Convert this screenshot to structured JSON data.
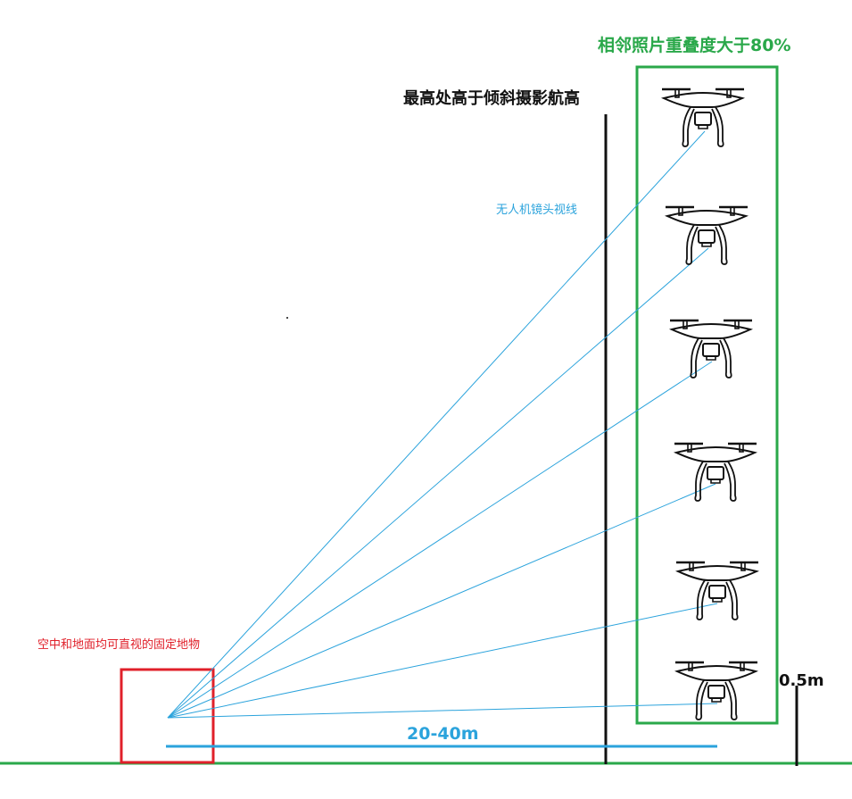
{
  "labels": {
    "overlap_note": "相邻照片重叠度大于80%",
    "height_note": "最高处高于倾斜摄影航高",
    "sight_line_note": "无人机镜头视线",
    "fixed_object_note": "空中和地面均可直视的固定地物",
    "distance_note": "20-40m",
    "offset_note": "0.5m"
  },
  "colors": {
    "green": "#2aa84a",
    "blue": "#2ba3dc",
    "red": "#e0202a",
    "black": "#111111"
  },
  "icons": {
    "drone": "drone-icon"
  },
  "drones": {
    "count": 6
  }
}
